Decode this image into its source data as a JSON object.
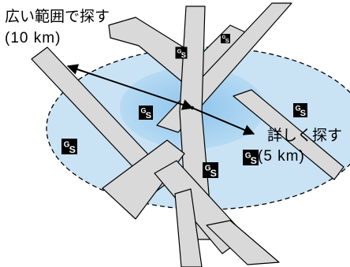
{
  "labels": {
    "wide_search": "広い範囲で探す",
    "wide_distance": "(10 km)",
    "detailed_search": "詳しく探す",
    "detailed_distance": "(5 km)"
  },
  "station_marker": {
    "main": "G",
    "sub": "S",
    "icon": "gas-station-icon"
  },
  "colors": {
    "outer_area": "#c9e3f5",
    "inner_area": "#a6d0ef",
    "road": "#d9d9d9",
    "road_edge": "#000000",
    "marker_bg": "#000000",
    "marker_text": "#ffffff"
  }
}
